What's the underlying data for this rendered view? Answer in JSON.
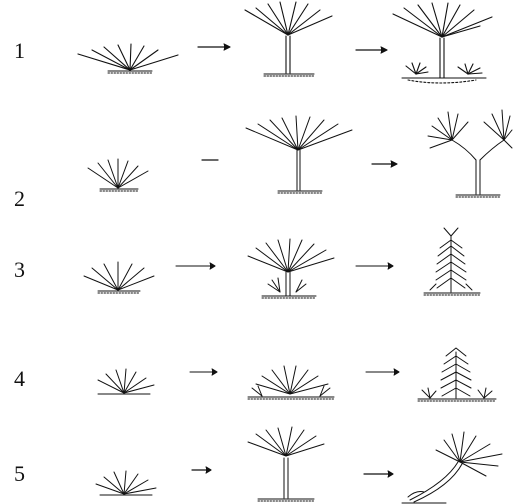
{
  "figure": {
    "rows": [
      {
        "label": "1"
      },
      {
        "label": "2"
      },
      {
        "label": "3"
      },
      {
        "label": "4"
      },
      {
        "label": "5"
      }
    ]
  },
  "colors": {
    "ink": "#111111",
    "background": "#ffffff"
  }
}
